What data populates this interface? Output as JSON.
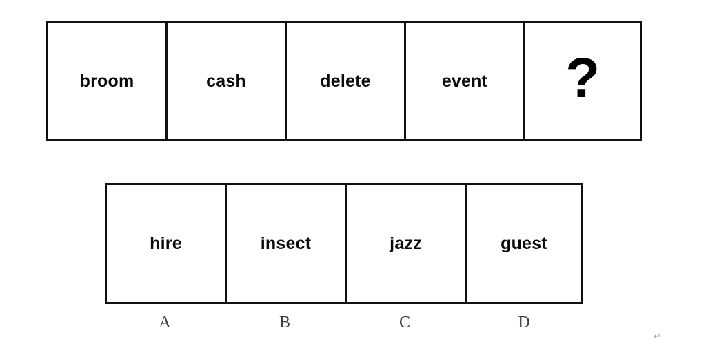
{
  "puzzle": {
    "type": "word-sequence-multiple-choice",
    "background_color": "#ffffff",
    "border_color": "#111111",
    "text_color": "#0b0b0b",
    "label_color": "#3b3b46",
    "sequence": {
      "name": "word-sequence",
      "cells": [
        {
          "text": "broom",
          "is_unknown": false
        },
        {
          "text": "cash",
          "is_unknown": false
        },
        {
          "text": "delete",
          "is_unknown": false
        },
        {
          "text": "event",
          "is_unknown": false
        },
        {
          "text": "?",
          "is_unknown": true
        }
      ]
    },
    "options": {
      "name": "answer-options",
      "cells": [
        {
          "label": "A",
          "text": "hire"
        },
        {
          "label": "B",
          "text": "insect"
        },
        {
          "label": "C",
          "text": "jazz"
        },
        {
          "label": "D",
          "text": "guest"
        }
      ]
    },
    "marks": {
      "return_symbol": "↵"
    }
  }
}
